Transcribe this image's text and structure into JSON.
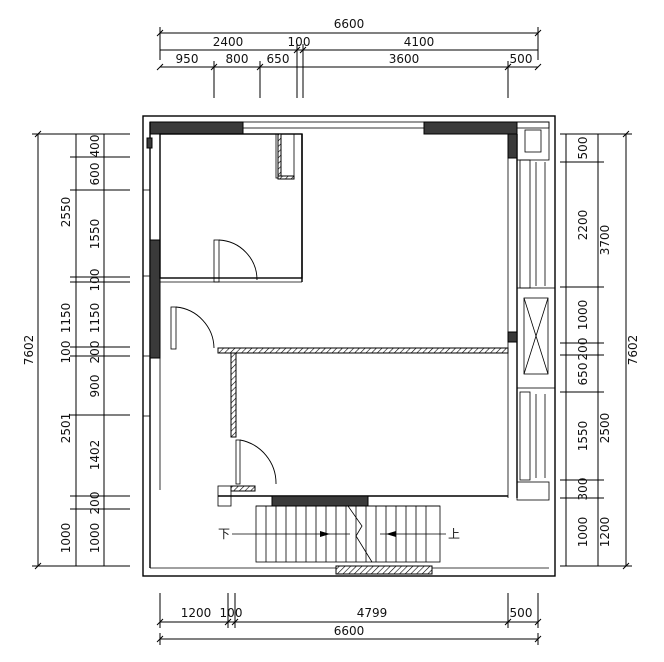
{
  "dimensions": {
    "top_total": "6600",
    "top_row1": [
      "2400",
      "100",
      "4100"
    ],
    "top_row2": [
      "950",
      "800",
      "650",
      "3600",
      "500"
    ],
    "bottom_row1": [
      "1200",
      "100",
      "4799",
      "500"
    ],
    "bottom_total": "6600",
    "left_total": "7602",
    "left_row1": [
      "2550",
      "1150",
      "100",
      "2501",
      "1000"
    ],
    "left_row2": [
      "400",
      "600",
      "1550",
      "100",
      "1150",
      "200",
      "900",
      "1402",
      "200",
      "1000"
    ],
    "right_total": "7602",
    "right_row1": [
      "3700",
      "2500",
      "1200"
    ],
    "right_row2": [
      "500",
      "2200",
      "1000",
      "200",
      "650",
      "1550",
      "300",
      "1000"
    ]
  },
  "stair_labels": {
    "down": "下",
    "up": "上"
  }
}
